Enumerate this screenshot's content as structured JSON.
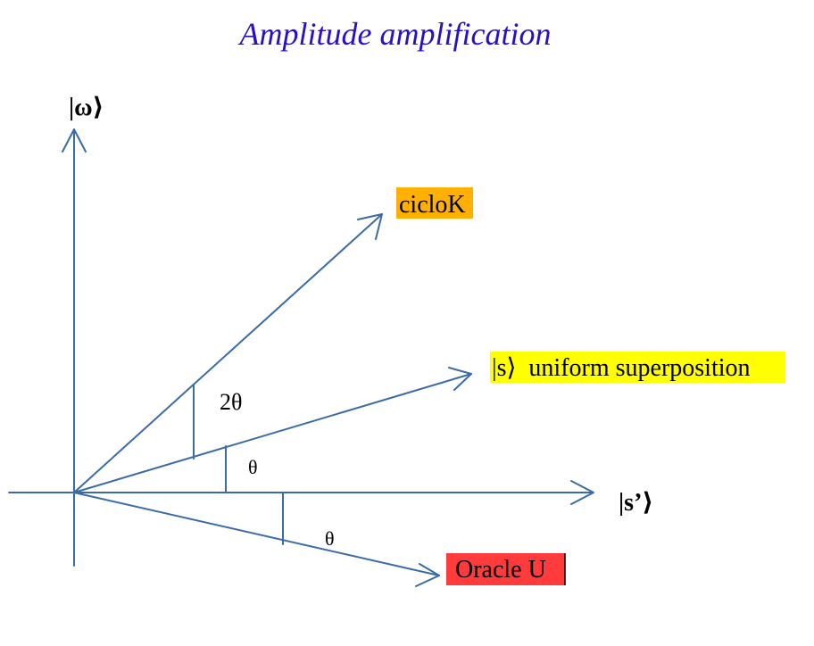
{
  "title": "Amplitude amplification",
  "axes": {
    "vertical_label": "|ω⟩",
    "horizontal_label": "|s’⟩"
  },
  "vectors": {
    "ciclok": {
      "label": "cicloK",
      "highlight": "#FFB000"
    },
    "s": {
      "label": "|s⟩  uniform superposition",
      "highlight": "#FFFF00"
    },
    "oracle": {
      "label": "Oracle U",
      "highlight": "#FF3B3B"
    }
  },
  "angles": {
    "two_theta": "2θ",
    "theta_upper": "θ",
    "theta_lower": "θ"
  },
  "colors": {
    "line": "#3A6BA5",
    "title": "#2A0FC8",
    "text": "#000000"
  }
}
